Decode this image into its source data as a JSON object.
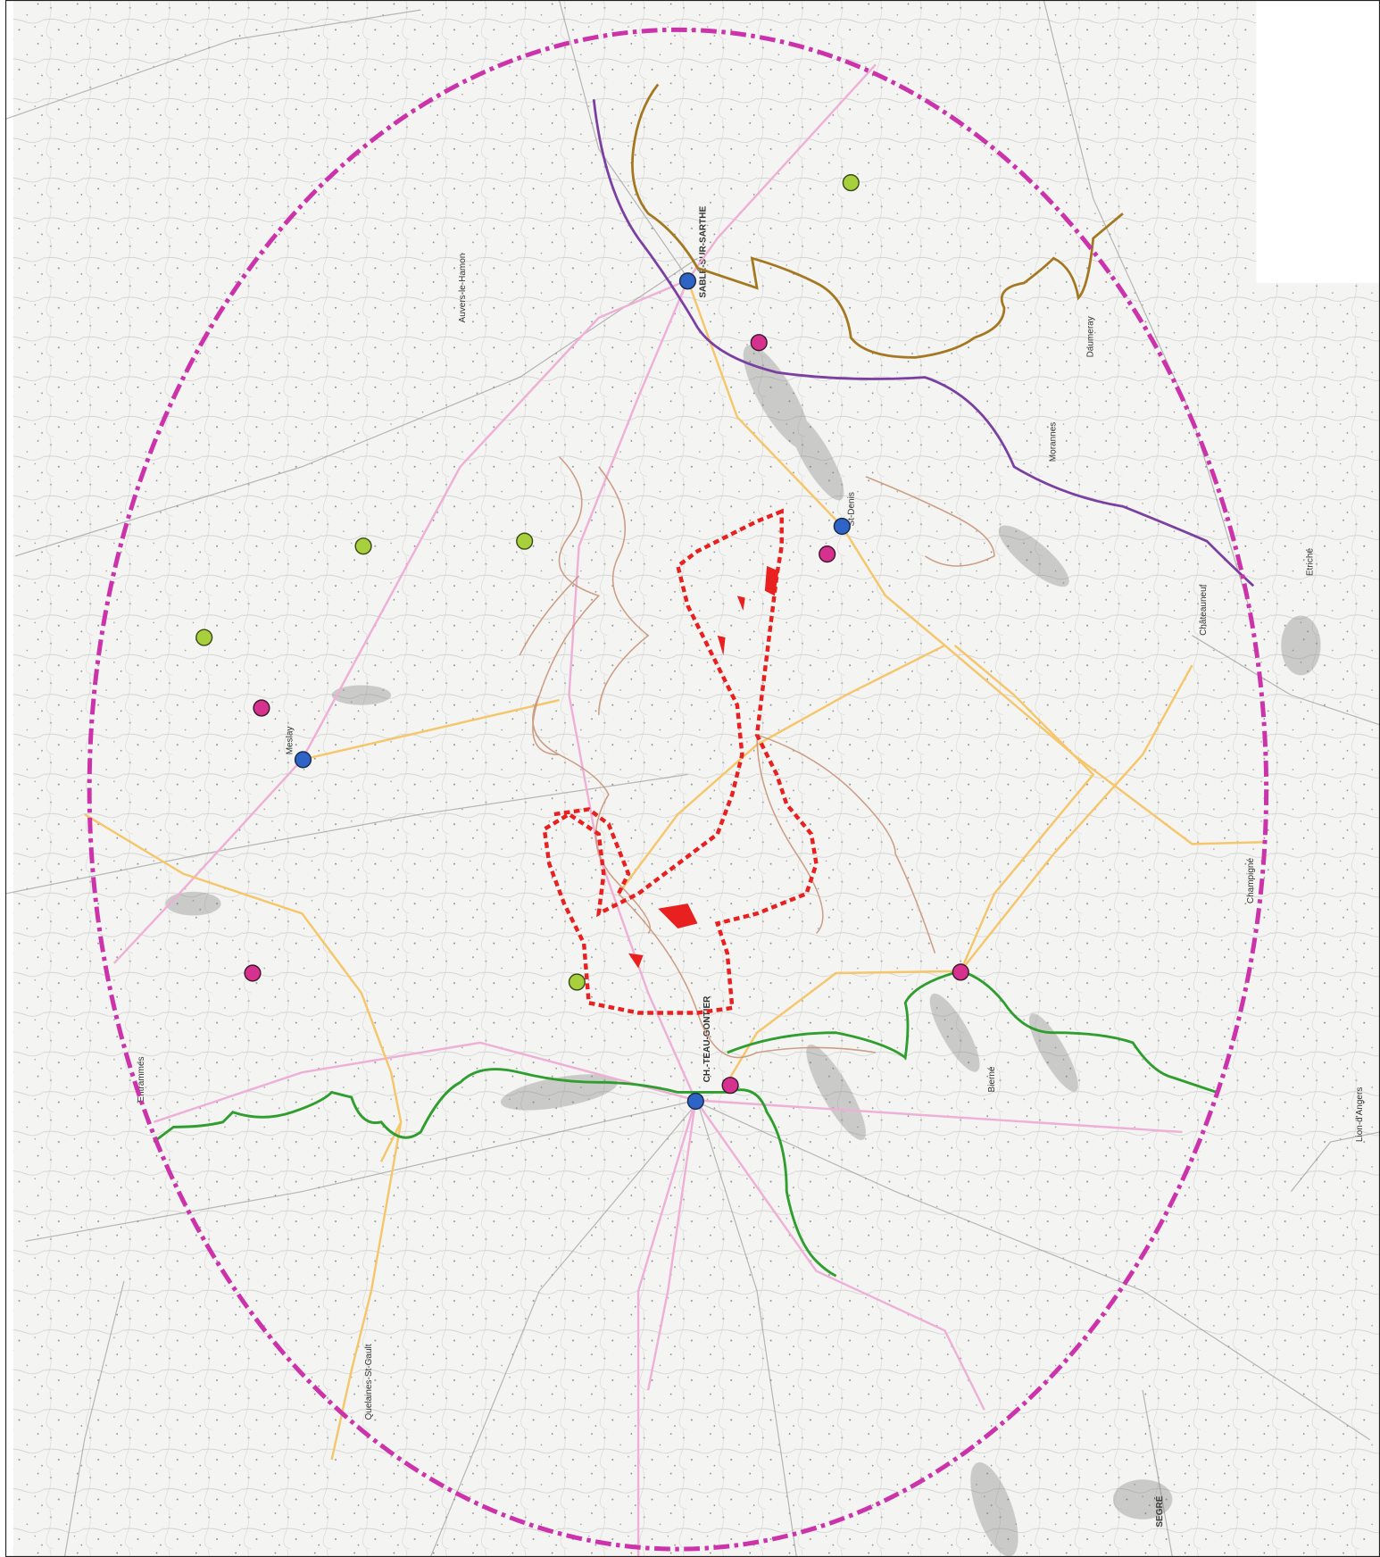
{
  "map": {
    "place_labels": [
      {
        "id": "sable-sur-sarthe",
        "text": "SABLÉ-SUR-SARTHE"
      },
      {
        "id": "chateau-gontier",
        "text": "CH.-TEAU-GONTIER"
      },
      {
        "id": "segre",
        "text": "SEGRÉ"
      },
      {
        "id": "chateauneuf",
        "text": "Châteauneuf"
      },
      {
        "id": "morannes",
        "text": "Morannes"
      },
      {
        "id": "st-denis",
        "text": "St-Denis"
      },
      {
        "id": "meslay",
        "text": "Meslay"
      },
      {
        "id": "entrammes",
        "text": "Entrammes"
      },
      {
        "id": "quelaines",
        "text": "Quelaines-St-Gault"
      },
      {
        "id": "auvers",
        "text": "Auvers-le-Hamon"
      },
      {
        "id": "champigne",
        "text": "Champigné"
      },
      {
        "id": "bierne",
        "text": "Bierné"
      },
      {
        "id": "etriche",
        "text": "Etriché"
      },
      {
        "id": "daumeray",
        "text": "Daumeray"
      },
      {
        "id": "lion-angers",
        "text": "Lion-d'Angers"
      }
    ],
    "colors": {
      "map_background": "#f4f4f2",
      "boundary_circle": "#cc33aa",
      "study_area": "#e8201f",
      "river_green": "#2f9e2f",
      "river_purple": "#7a3fa0",
      "brown_line": "#a47820",
      "yellow_routes": "#f5c66a",
      "pink_routes": "#eeb0d6",
      "tan_paths": "#c8957a",
      "marker_blue": "#2e64c6",
      "marker_magenta": "#d6318f",
      "marker_green": "#a8cf3c"
    },
    "marker_types": {
      "blue": "town marker (blue)",
      "magenta": "site marker (magenta)",
      "green": "site marker (green)"
    }
  }
}
